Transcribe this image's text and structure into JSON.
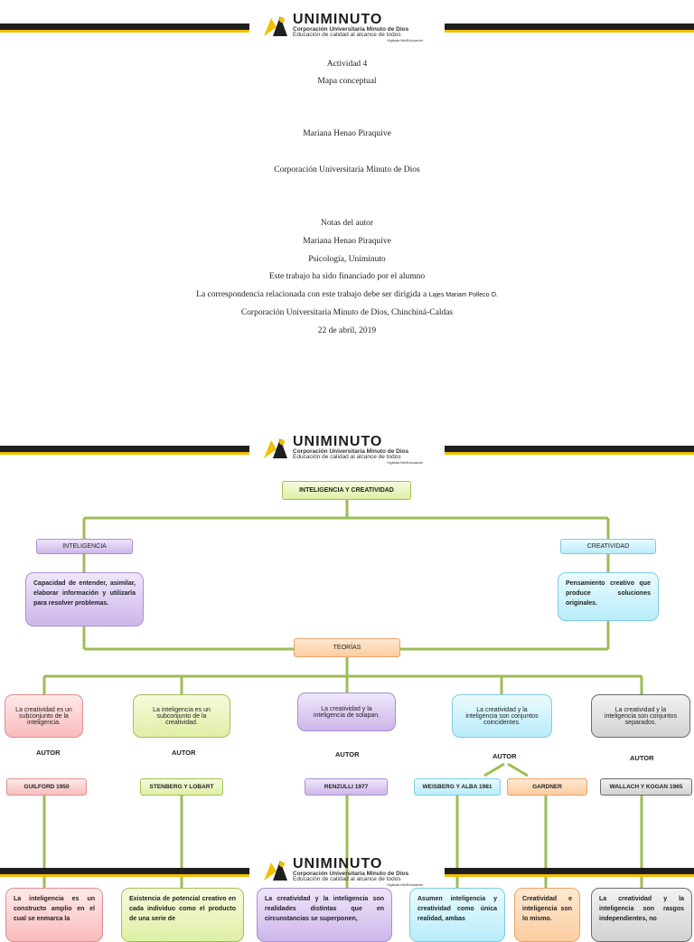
{
  "header": {
    "brand": "UNIMINUTO",
    "line1": "Corporación Universitaria Minuto de Dios",
    "line2": "Educación de calidad al alcance de todos",
    "line3": "Vigilada MinEducación"
  },
  "cover": {
    "activity": "Actividad 4",
    "subtitle": "Mapa conceptual",
    "author": "Mariana Henao Piraquive",
    "institution": "Corporación Universitaria Minuto de Dios",
    "notes_title": "Notas del autor",
    "notes_author": "Mariana Henao Piraquive",
    "program": "Psicología, Uniminuto",
    "funding": "Este trabajo ha sido financiado por el alumno",
    "correspondence": "La correspondencia relacionada con este trabajo debe ser dirigida a",
    "correspondence_name": "Lajes Mariam Polleco O.",
    "location": "Corporación Universitaria Minuto de Dios, Chinchiná-Caldas",
    "date": "22 de abril, 2019"
  },
  "map": {
    "root": "INTELIGENCIA Y CREATIVIDAD",
    "left_title": "INTELIGENCIA",
    "left_def": "Capacidad de entender, asimilar, elaborar información y utilizarla para resolver problemas.",
    "right_title": "CREATIVIDAD",
    "right_def": "Pensamiento creativo que produce soluciones originales.",
    "theories": "TEORÍAS",
    "autor_label": "AUTOR",
    "t1": "La creatividad es un subconjunto de la inteligencia.",
    "t2": "La inteligencia es un subconjunto de la creatividad.",
    "t3": "La creatividad y la inteligencia de solapan.",
    "t4": "La creatividad y la inteligencia son conjuntos coincidentes.",
    "t5": "La creatividad y la inteligencia son conjuntos separados.",
    "a1": "GUILFORD 1950",
    "a2": "STENBERG Y LOBART",
    "a3": "RENZULLI 1977",
    "a4a": "WEISBERG Y ALBA 1981",
    "a4b": "GARDNER",
    "a5": "WALLACH Y KOGAN 1965",
    "d1": "La inteligencia es un constructo amplio en el cual se enmarca la",
    "d2": "Existencia de potencial creativo en cada individuo como el producto de una serie de",
    "d3": "La creatividad y la inteligencia son realidades distintas que en circunstancias se superponen,",
    "d4a": "Asumen inteligencia y creatividad como única realidad, ambas",
    "d4b": "Creatividad e inteligencia son lo mismo.",
    "d5": "La creatividad y la inteligencia son rasgos independientes, no"
  }
}
